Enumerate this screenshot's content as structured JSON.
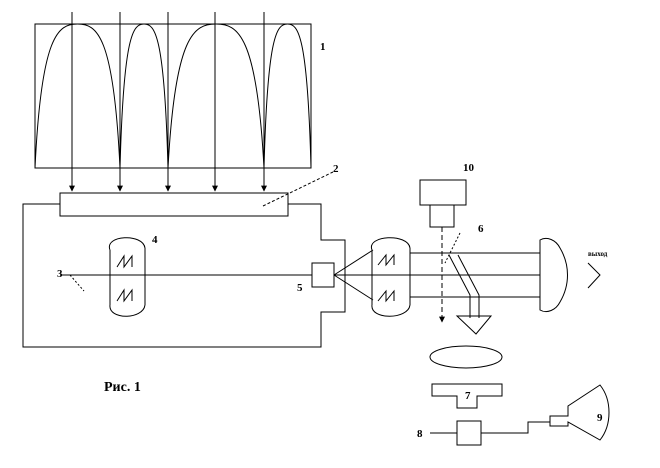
{
  "figure": {
    "caption": "Рис. 1",
    "output_label": "выход",
    "callouts": {
      "n1": "1",
      "n2": "2",
      "n3": "3",
      "n4": "4",
      "n5": "5",
      "n6": "6",
      "n7": "7",
      "n8": "8",
      "n9": "9",
      "n10": "10"
    },
    "cycloid_arches": 4,
    "arrow_count": 5
  }
}
